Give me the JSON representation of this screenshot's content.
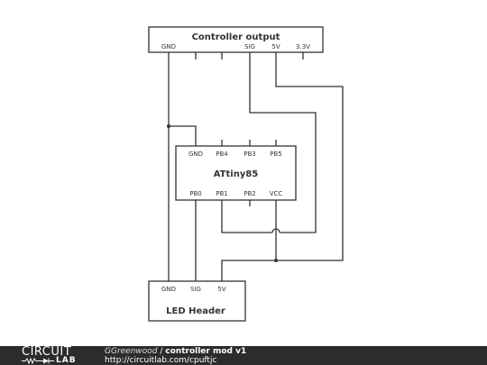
{
  "controller": {
    "title": "Controller output",
    "pins": [
      "GND",
      "SIG",
      "5V",
      "3.3V"
    ]
  },
  "attiny": {
    "title": "ATtiny85",
    "top_pins": [
      "GND",
      "PB4",
      "PB3",
      "PB5"
    ],
    "bottom_pins": [
      "PB0",
      "PB1",
      "PB2",
      "VCC"
    ]
  },
  "led": {
    "title": "LED Header",
    "pins": [
      "GND",
      "SIG",
      "5V"
    ]
  },
  "footer": {
    "logo_top": "CIRCUIT",
    "logo_bottom": "LAB",
    "author": "GGreenwood",
    "separator": " / ",
    "project": "controller mod v1",
    "url": "http://circuitlab.com/cpuftjc"
  },
  "colors": {
    "line": "#333333",
    "footer_bg": "#2c2c2c"
  }
}
